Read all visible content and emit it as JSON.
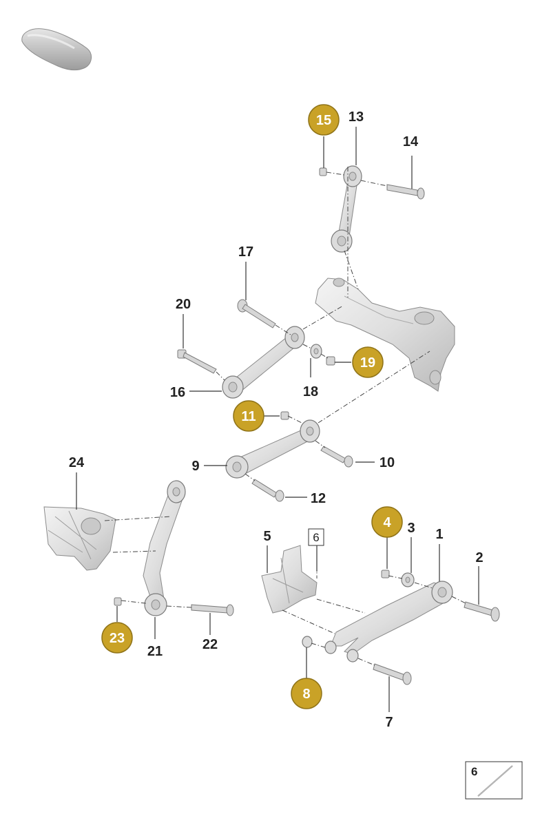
{
  "callouts": {
    "c1": "1",
    "c2": "2",
    "c3": "3",
    "c4": "4",
    "c5": "5",
    "c6": "6",
    "c7": "7",
    "c8": "8",
    "c9": "9",
    "c10": "10",
    "c11": "11",
    "c12": "12",
    "c13": "13",
    "c14": "14",
    "c15": "15",
    "c16": "16",
    "c17": "17",
    "c18": "18",
    "c19": "19",
    "c20": "20",
    "c21": "21",
    "c22": "22",
    "c23": "23",
    "c24": "24"
  },
  "inset": {
    "label": "6"
  },
  "colors": {
    "badge": "#c9a227",
    "badge_border": "#8f7318",
    "metal_light": "#f2f2f2",
    "metal_dark": "#b8b8b8"
  }
}
